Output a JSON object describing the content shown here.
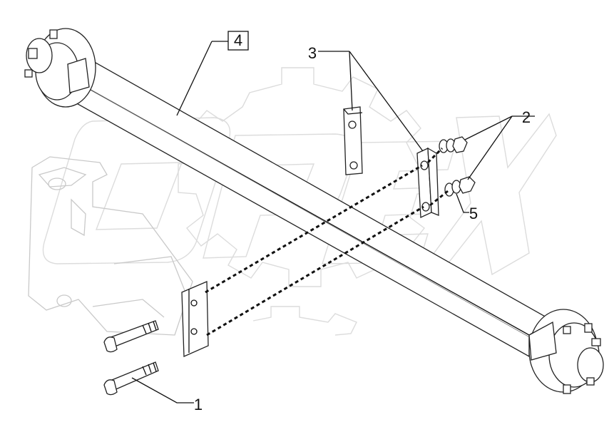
{
  "watermark": {
    "text": "OPEX",
    "color": "#dcdcdc"
  },
  "callouts": {
    "c1": "1",
    "c2": "2",
    "c3": "3",
    "c4": "4",
    "c5": "5"
  },
  "colors": {
    "line": "#111111",
    "ghost": "#c9c9c9",
    "background": "#ffffff"
  }
}
